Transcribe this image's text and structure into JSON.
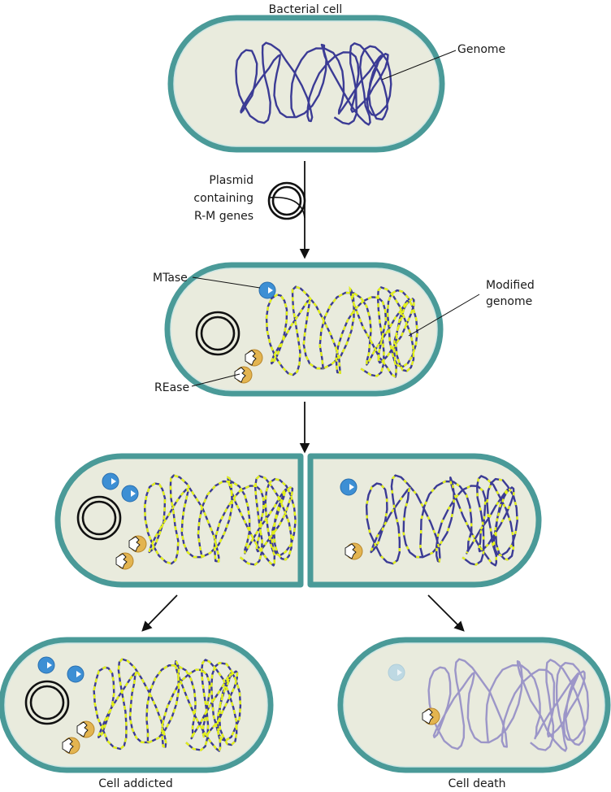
{
  "labels": {
    "bacterial_cell": "Bacterial cell",
    "genome": "Genome",
    "plasmid_line1": "Plasmid",
    "plasmid_line2": "containing",
    "plasmid_line3": "R-M genes",
    "mtase": "MTase",
    "rease": "REase",
    "modified_line1": "Modified",
    "modified_line2": "genome",
    "cell_addicted": "Cell addicted",
    "cell_death": "Cell death"
  },
  "colors": {
    "membrane": "#4a9a98",
    "membrane_inner": "#cfe6e3",
    "cytoplasm": "#e9ebdd",
    "genome": "#3b3b95",
    "genome_faded": "#9c96c8",
    "methylation": "#e4f21a",
    "mtase": "#3d8fd4",
    "mtase_light": "#9ccbe8",
    "rease": "#e3b450",
    "plasmid": "#111111"
  }
}
